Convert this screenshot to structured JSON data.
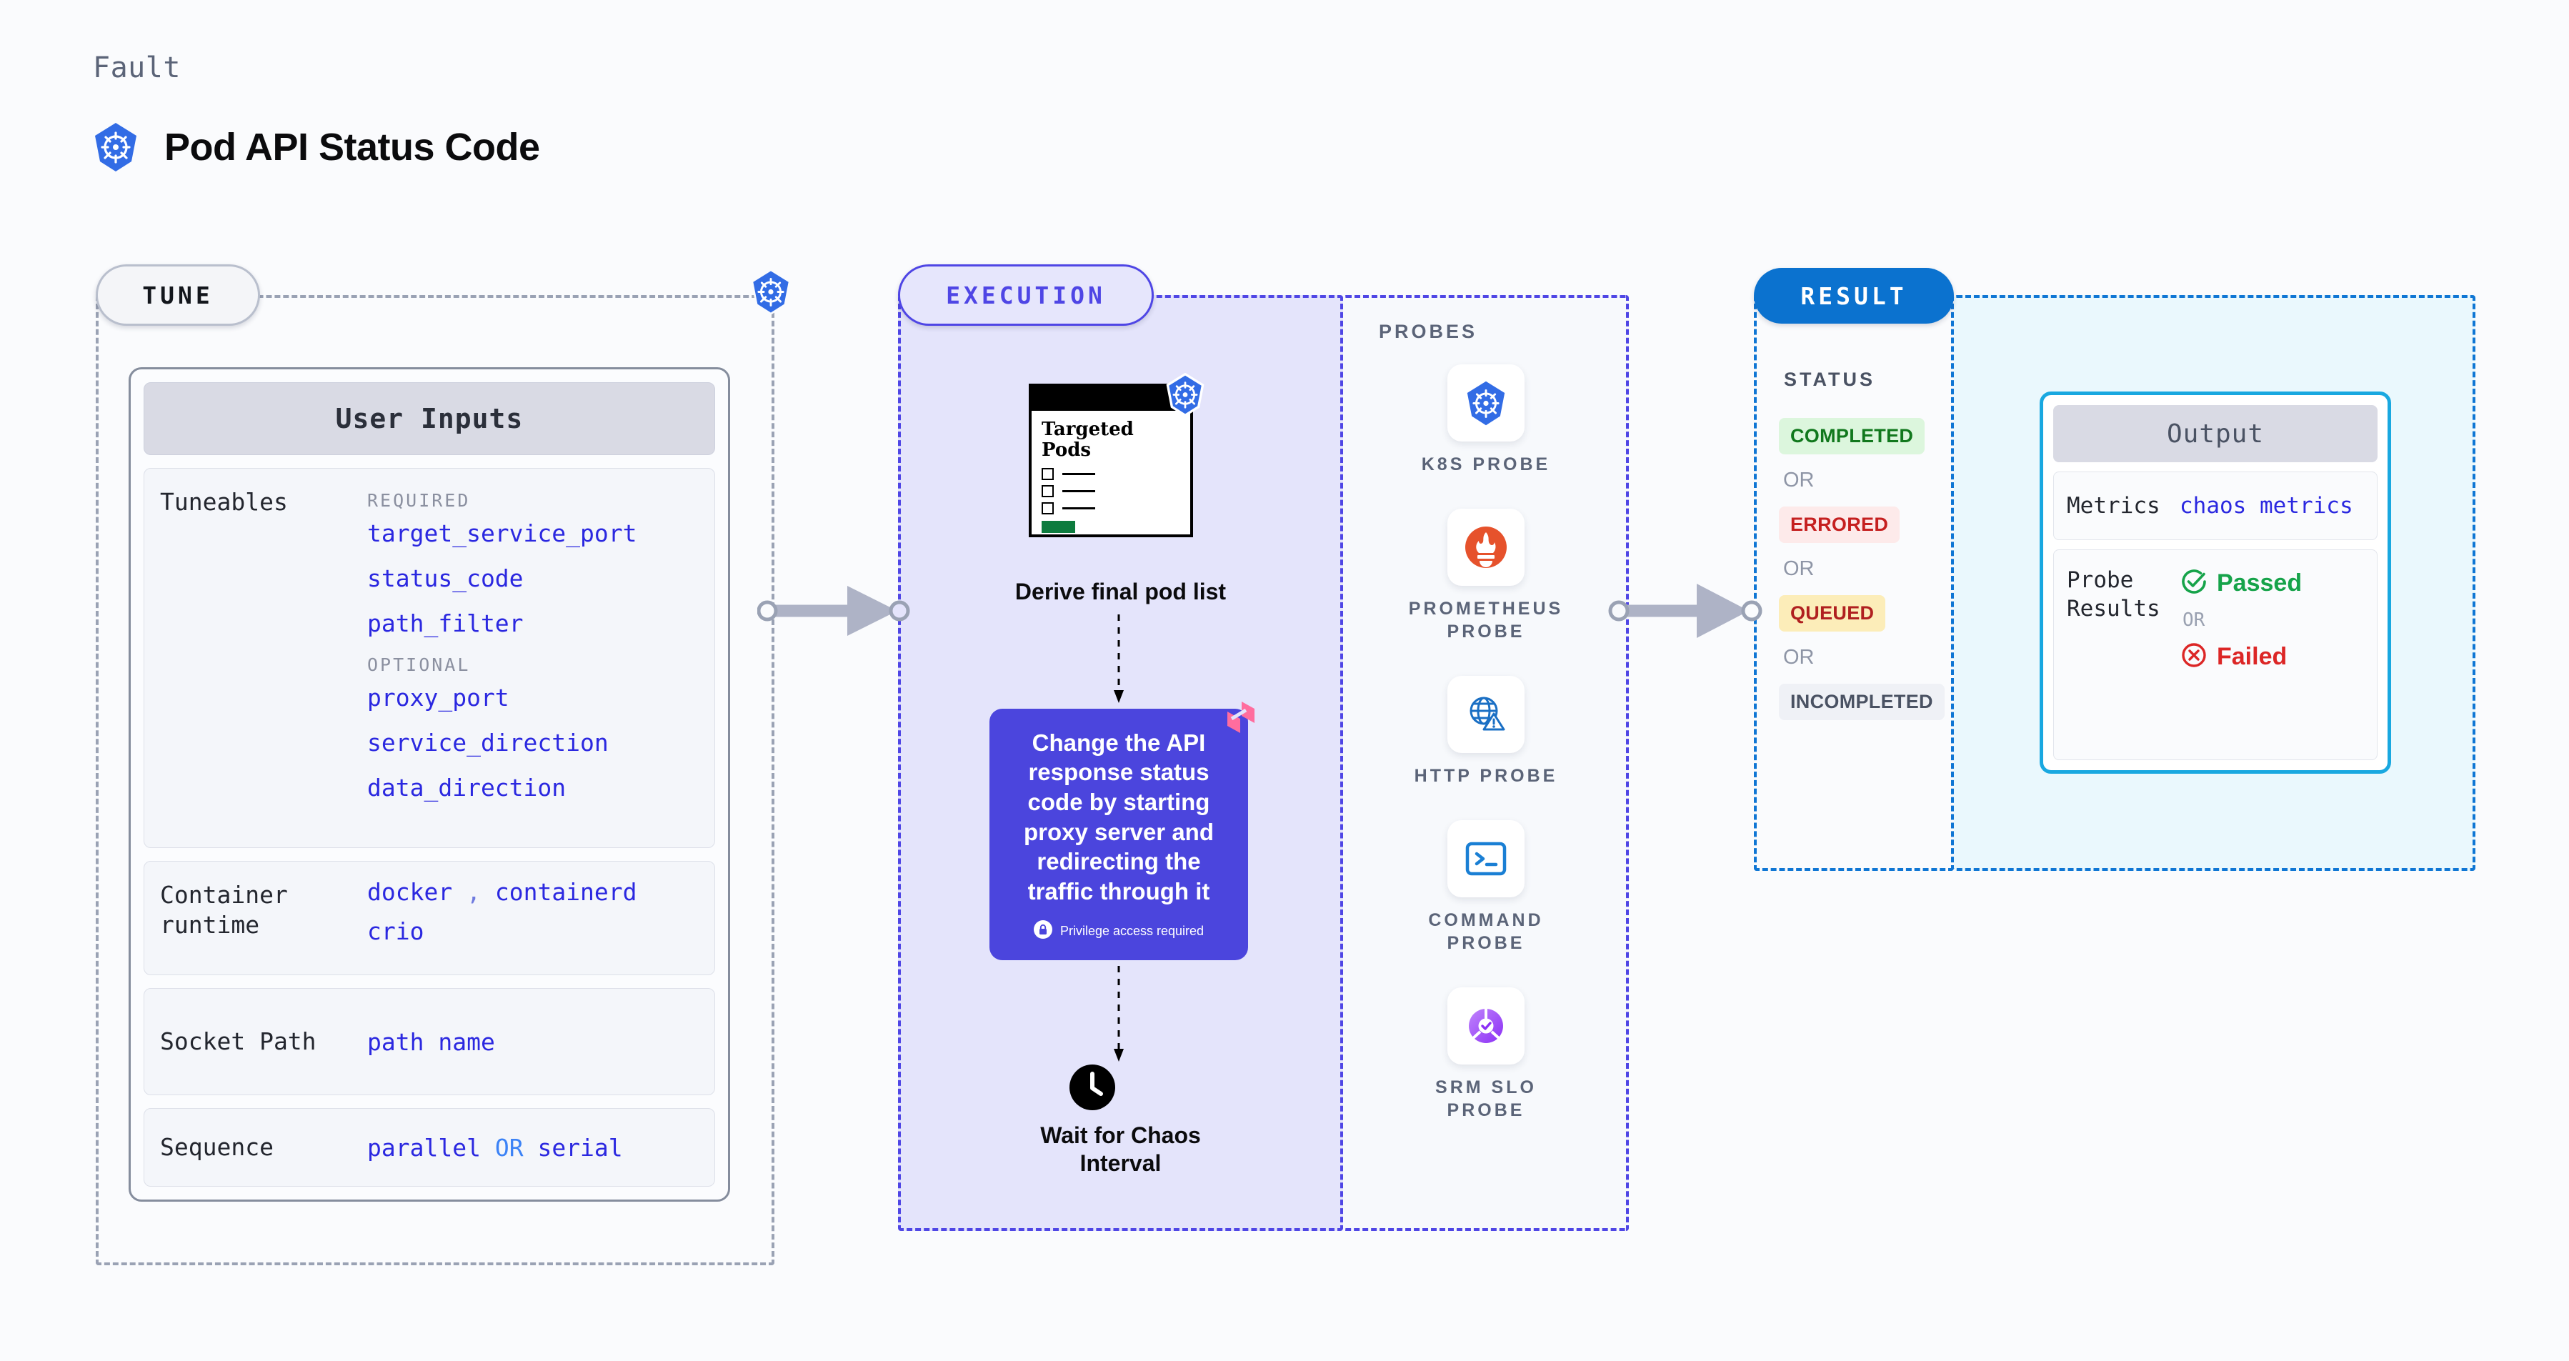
{
  "header": {
    "kicker": "Fault",
    "title": "Pod API Status Code",
    "icon": "kubernetes-icon"
  },
  "sections": {
    "tune": {
      "pill_label": "TUNE",
      "border_icon": "kubernetes-icon"
    },
    "execution": {
      "pill_label": "EXECUTION"
    },
    "result": {
      "pill_label": "RESULT"
    }
  },
  "user_inputs": {
    "card_title": "User Inputs",
    "rows": [
      {
        "label": "Tuneables",
        "groups": [
          {
            "category": "REQUIRED",
            "items": [
              "target_service_port",
              "status_code",
              "path_filter"
            ]
          },
          {
            "category": "OPTIONAL",
            "items": [
              "proxy_port",
              "service_direction",
              "data_direction"
            ]
          }
        ]
      },
      {
        "label": "Container runtime",
        "values_line1": [
          "docker",
          "containerd"
        ],
        "separator": ",",
        "values_line2": [
          "crio"
        ]
      },
      {
        "label": "Socket Path",
        "value": "path name"
      },
      {
        "label": "Sequence",
        "value_a": "parallel",
        "connector": "OR",
        "value_b": "serial"
      }
    ]
  },
  "execution": {
    "pods_card": {
      "title_line1": "Targeted",
      "title_line2": "Pods",
      "badge_icon": "kubernetes-icon",
      "checkbox_rows": 3
    },
    "derive_caption": "Derive final pod list",
    "action_card": {
      "text": "Change the API response status code by starting proxy server and redirecting the traffic through it",
      "privilege_note": "Privilege access required",
      "privilege_icon": "lock-icon",
      "corner_icon": "harness-logo-icon",
      "background": "#4b45dd"
    },
    "wait_caption_line1": "Wait for Chaos",
    "wait_caption_line2": "Interval",
    "wait_icon": "clock-icon"
  },
  "probes": {
    "label": "PROBES",
    "items": [
      {
        "name": "K8S PROBE",
        "icon": "kubernetes-icon"
      },
      {
        "name": "PROMETHEUS PROBE",
        "icon": "prometheus-icon"
      },
      {
        "name": "HTTP PROBE",
        "icon": "globe-warning-icon"
      },
      {
        "name": "COMMAND PROBE",
        "icon": "terminal-icon"
      },
      {
        "name": "SRM SLO PROBE",
        "icon": "srm-slo-icon"
      }
    ]
  },
  "result": {
    "status_label": "STATUS",
    "or_label": "OR",
    "statuses": [
      {
        "text": "COMPLETED",
        "color": "#11781d",
        "background": "#dcf6dd"
      },
      {
        "text": "ERRORED",
        "color": "#c52020",
        "background": "#fdeaea"
      },
      {
        "text": "QUEUED",
        "color": "#b02020",
        "background": "#fcedb9"
      },
      {
        "text": "INCOMPLETED",
        "color": "#4a5263",
        "background": "#eff1f6"
      }
    ]
  },
  "output": {
    "card_title": "Output",
    "metrics_label": "Metrics",
    "metrics_value": "chaos metrics",
    "probe_results_label": "Probe Results",
    "passed_text": "Passed",
    "failed_text": "Failed",
    "or_label": "OR",
    "passed_icon": "check-circle-icon",
    "failed_icon": "x-circle-icon"
  },
  "colors": {
    "accent_blue": "#0b72cf",
    "accent_indigo": "#4f46e5",
    "accent_cyan": "#19a8e0",
    "mono_value": "#2b28e0"
  }
}
